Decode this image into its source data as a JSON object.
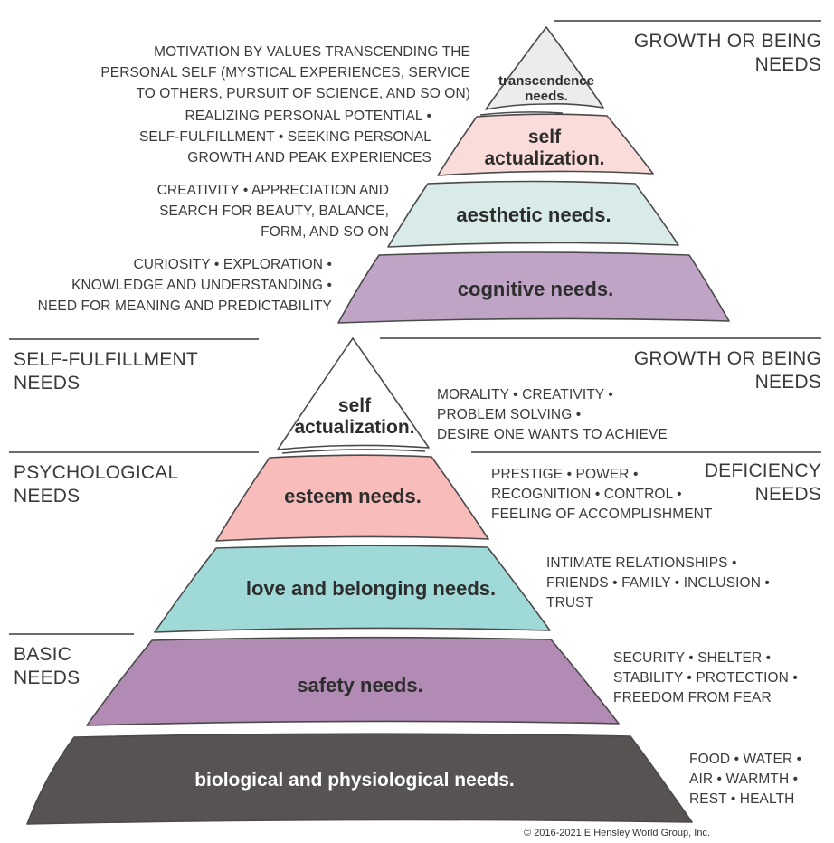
{
  "colors": {
    "transcendence": "#ececec",
    "self_actualization_top": "#fadcda",
    "aesthetic": "#d8ebe9",
    "cognitive": "#c0a4c5",
    "self_actualization_main": "#ffffff",
    "esteem": "#f8bcba",
    "love_belonging": "#a0dad8",
    "safety": "#b28bb4",
    "biological": "#575352"
  },
  "top_pyramid": {
    "section_label": "GROWTH OR BEING\nNEEDS",
    "levels": [
      {
        "label": "transcendence\nneeds.",
        "description": "MOTIVATION BY VALUES TRANSCENDING THE\nPERSONAL SELF (MYSTICAL EXPERIENCES, SERVICE\nTO OTHERS, PURSUIT OF SCIENCE, AND SO ON)"
      },
      {
        "label": "self\nactualization.",
        "description": "REALIZING PERSONAL POTENTIAL •\nSELF-FULFILLMENT • SEEKING PERSONAL\nGROWTH AND PEAK EXPERIENCES"
      },
      {
        "label": "aesthetic needs.",
        "description": "CREATIVITY • APPRECIATION AND\nSEARCH FOR BEAUTY, BALANCE,\nFORM, AND SO ON"
      },
      {
        "label": "cognitive needs.",
        "description": "CURIOSITY • EXPLORATION •\nKNOWLEDGE AND UNDERSTANDING •\nNEED FOR MEANING AND PREDICTABILITY"
      }
    ]
  },
  "main_pyramid": {
    "left_sections": [
      {
        "label": "SELF-FULFILLMENT\nNEEDS"
      },
      {
        "label": "PSYCHOLOGICAL\nNEEDS"
      },
      {
        "label": "BASIC\nNEEDS"
      }
    ],
    "right_sections": [
      {
        "label": "GROWTH OR BEING\nNEEDS"
      },
      {
        "label": "DEFICIENCY\nNEEDS"
      }
    ],
    "levels": [
      {
        "label": "self\nactualization.",
        "description": "MORALITY • CREATIVITY •\nPROBLEM SOLVING •\nDESIRE ONE WANTS TO ACHIEVE"
      },
      {
        "label": "esteem needs.",
        "description": "PRESTIGE • POWER •\nRECOGNITION • CONTROL •\nFEELING OF ACCOMPLISHMENT"
      },
      {
        "label": "love and belonging needs.",
        "description": "INTIMATE RELATIONSHIPS •\nFRIENDS • FAMILY • INCLUSION •\nTRUST"
      },
      {
        "label": "safety needs.",
        "description": "SECURITY • SHELTER •\nSTABILITY • PROTECTION •\nFREEDOM FROM FEAR"
      },
      {
        "label": "biological and physiological needs.",
        "description": "FOOD • WATER •\nAIR • WARMTH •\nREST • HEALTH"
      }
    ]
  },
  "footer": {
    "copyright": "© 2016-2021 E Hensley World Group, Inc."
  }
}
